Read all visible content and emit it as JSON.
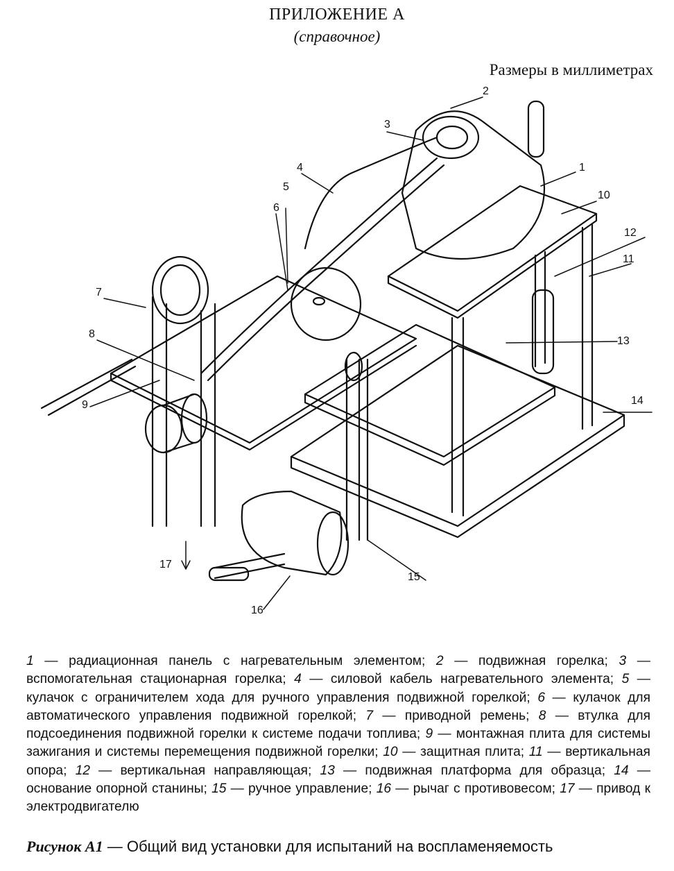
{
  "header": {
    "appendix": "ПРИЛОЖЕНИЕ А",
    "type": "(справочное)",
    "units_note": "Размеры в миллиметрах"
  },
  "figure": {
    "callouts": [
      "1",
      "2",
      "3",
      "4",
      "5",
      "6",
      "7",
      "8",
      "9",
      "10",
      "11",
      "12",
      "13",
      "14",
      "15",
      "16",
      "17"
    ]
  },
  "legend": [
    {
      "num": "1",
      "text": "радиационная панель с нагревательным элементом;"
    },
    {
      "num": "2",
      "text": "подвижная горелка;"
    },
    {
      "num": "3",
      "text": "вспомогательная стационарная горелка;"
    },
    {
      "num": "4",
      "text": "силовой кабель нагревательного элемента;"
    },
    {
      "num": "5",
      "text": "кулачок с ограничителем хода для ручного управления подвижной горелкой;"
    },
    {
      "num": "6",
      "text": "кулачок для автоматического управления подвижной горелкой;"
    },
    {
      "num": "7",
      "text": "приводной ремень;"
    },
    {
      "num": "8",
      "text": "втулка для подсоединения подвижной горелки к системе подачи топлива;"
    },
    {
      "num": "9",
      "text": "монтажная плита для системы зажигания и системы перемещения подвижной горелки;"
    },
    {
      "num": "10",
      "text": "защитная плита;"
    },
    {
      "num": "11",
      "text": "вертикальная опора;"
    },
    {
      "num": "12",
      "text": "вертикальная направляющая;"
    },
    {
      "num": "13",
      "text": "подвижная платформа для образца;"
    },
    {
      "num": "14",
      "text": "основание опорной станины;"
    },
    {
      "num": "15",
      "text": "ручное управление;"
    },
    {
      "num": "16",
      "text": "рычаг с противовесом;"
    },
    {
      "num": "17",
      "text": "привод к электродвигателю"
    }
  ],
  "caption": {
    "label": "Рисунок А1",
    "dash": " — ",
    "text": "Общий вид установки для испытаний на воспламеняемость"
  }
}
